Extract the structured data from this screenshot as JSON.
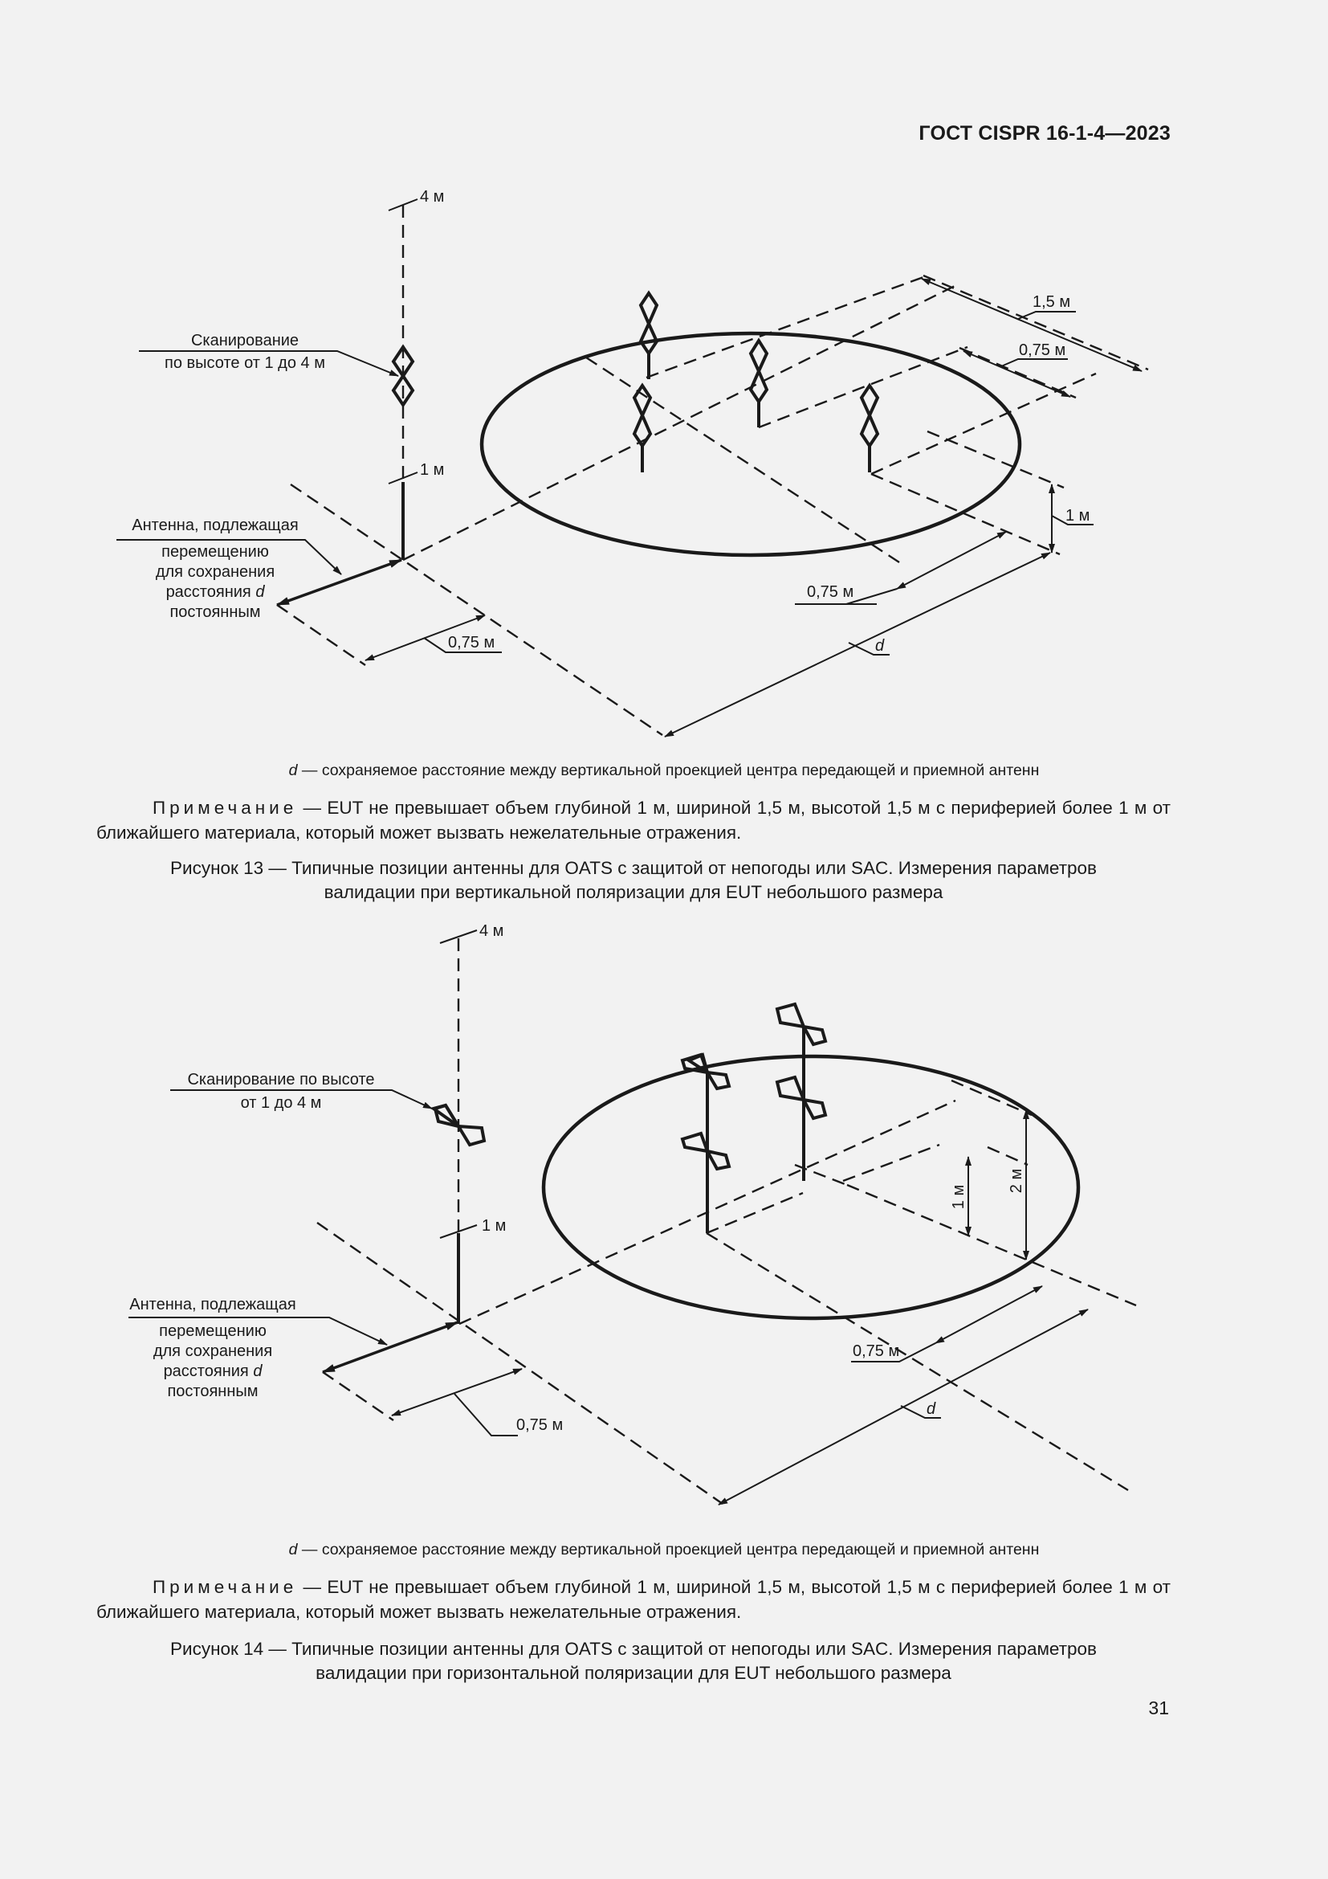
{
  "header": {
    "standard": "ГОСТ CISPR 16-1-4—2023"
  },
  "figure13": {
    "labels": {
      "height_top": "4 м",
      "height_bottom": "1 м",
      "scan_line1": "Сканирование",
      "scan_line2": "по высоте от 1 до 4 м",
      "antenna_line1": "Антенна, подлежащая",
      "antenna_line2": "перемещению",
      "antenna_line3": "для сохранения",
      "antenna_line4": "расстояния ",
      "antenna_line4_var": "d",
      "antenna_line5": "постоянным",
      "dim_width": "1,5 м",
      "dim_half_width": "0,75 м",
      "dim_height": "1 м",
      "dim_front": "0,75 м",
      "dim_antenna_offset": "0,75 м",
      "dim_distance": "d"
    },
    "legend_var": "d",
    "legend_text": " — сохраняемое расстояние между вертикальной проекцией центра передающей и приемной антенн",
    "note_label": "Примечание",
    "note_text": " — EUT не превышает объем глубиной 1 м, шириной 1,5 м, высотой 1,5 м с периферией более 1 м от ближайшего материала, который может вызвать нежелательные отражения.",
    "caption_line1": "Рисунок 13 — Типичные позиции антенны для OATS с защитой от непогоды или SAC. Измерения параметров",
    "caption_line2": "валидации при вертикальной поляризации для EUT небольшого размера"
  },
  "figure14": {
    "labels": {
      "height_top": "4 м",
      "height_bottom": "1 м",
      "scan_line1": "Сканирование по высоте",
      "scan_line2": "от 1 до 4 м",
      "antenna_line1": "Антенна, подлежащая",
      "antenna_line2": "перемещению",
      "antenna_line3": "для сохранения",
      "antenna_line4": "расстояния ",
      "antenna_line4_var": "d",
      "antenna_line5": "постоянным",
      "dim_height_1": "1 м",
      "dim_height_2": "2 м",
      "dim_front": "0,75 м",
      "dim_antenna_offset": "0,75 м",
      "dim_distance": "d"
    },
    "legend_var": "d",
    "legend_text": " — сохраняемое расстояние между вертикальной проекцией центра передающей и приемной антенн",
    "note_label": "Примечание",
    "note_text": " — EUT не превышает объем глубиной 1 м, шириной 1,5 м, высотой 1,5 м с периферией более 1 м от ближайшего материала, который может вызвать нежелательные отражения.",
    "caption_line1": "Рисунок 14 — Типичные позиции антенны для OATS с защитой от непогоды или SAC. Измерения параметров",
    "caption_line2": "валидации при горизонтальной поляризации для EUT небольшого размера"
  },
  "footer": {
    "page_number": "31"
  }
}
